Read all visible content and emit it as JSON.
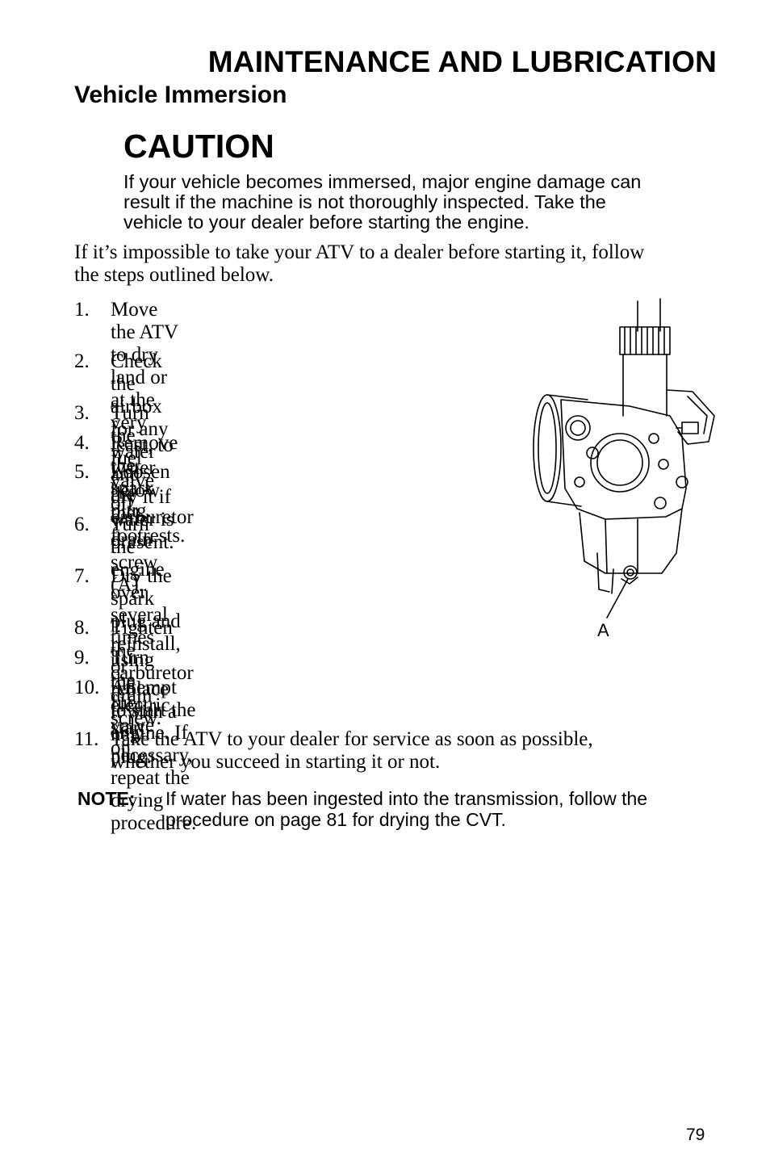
{
  "header": {
    "chapter_title": "MAINTENANCE AND LUBRICATION",
    "section_title": "Vehicle Immersion"
  },
  "caution": {
    "heading": "CAUTION",
    "line1": "If your vehicle becomes immersed, major engine damage can",
    "line2": "result if the machine is not thoroughly inspected.  Take the",
    "line3": "vehicle to your dealer before starting the engine."
  },
  "intro": {
    "line1": "If it’s impossible to take your ATV to a dealer before starting it, follow",
    "line2": "the steps outlined below."
  },
  "steps": [
    {
      "num": "1.",
      "line1": "Move the ATV to dry land or at the",
      "line2": "very least, to water below the footrests."
    },
    {
      "num": "2.",
      "line1": "Check the airbox for any water and",
      "line2": "dry it if water is present."
    },
    {
      "num": "3.",
      "line1": "Turn the fuel valve off.",
      "line2": ""
    },
    {
      "num": "4.",
      "line1": "Remove the spark plug.",
      "line2": ""
    },
    {
      "num": "5.",
      "line1": "Loosen the carburetor drain",
      "line2": "screw (A)."
    },
    {
      "num": "6.",
      "line1": "Turn the engine over several times",
      "line2": "using the electric start."
    },
    {
      "num": "7.",
      "line1": "Dry the spark plug and reinstall, or",
      "line2": "replace it with a new plug."
    },
    {
      "num": "8.",
      "line1": "Tighten the carburetor drain screw.",
      "line2": ""
    },
    {
      "num": "9.",
      "line1": "Turn the fuel valve on.",
      "line2": ""
    },
    {
      "num": "10.",
      "line1": "Attempt to start the engine.  If necessary,",
      "line2": "repeat the drying procedure."
    },
    {
      "num": "11.",
      "line1": "Take the ATV to your dealer for service as soon as possible,",
      "line2": "whether you succeed in starting it or not."
    }
  ],
  "note": {
    "label": "NOTE:",
    "line1": "If water has been ingested into the transmission, follow the",
    "line2": "procedure on page 81 for drying the CVT."
  },
  "figure": {
    "icon": "carburetor-illustration",
    "callout_label": "A"
  },
  "footer": {
    "page_number": "79"
  }
}
